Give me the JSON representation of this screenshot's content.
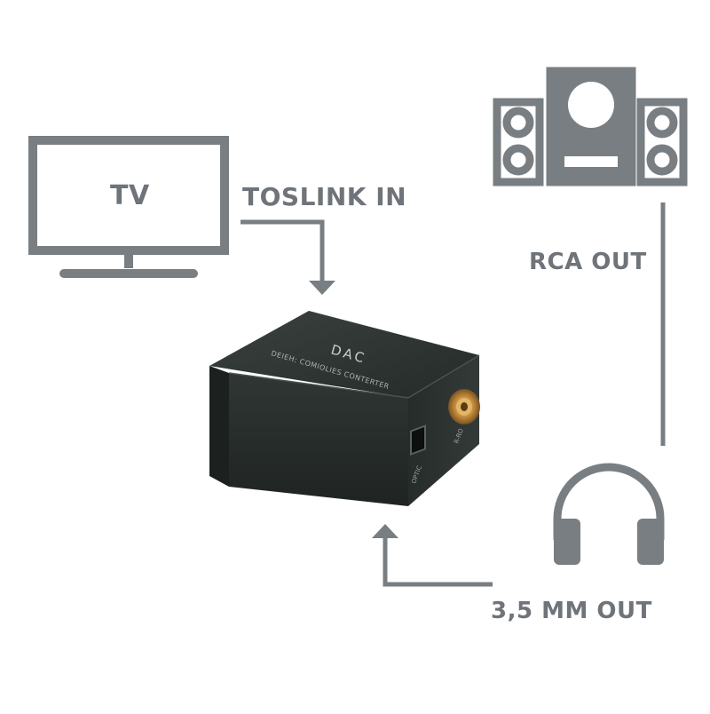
{
  "labels": {
    "tv": "TV",
    "toslink_in": "TOSLINK IN",
    "rca_out": "RCA OUT",
    "mm_out": "3,5 MM OUT"
  },
  "device": {
    "name": "DAC",
    "subtitle": "DEIEH: COMIOLIES CONTERTER",
    "port_left": "OPTIC",
    "port_right": "R-RO"
  },
  "colors": {
    "line": "#787e82",
    "text": "#6e7479",
    "device_body": "#2b312f",
    "rca_gold": "#c08a3c"
  },
  "icons": [
    "tv-icon",
    "speaker-system-icon",
    "headphones-icon",
    "arrow-down-icon",
    "arrow-up-icon"
  ]
}
